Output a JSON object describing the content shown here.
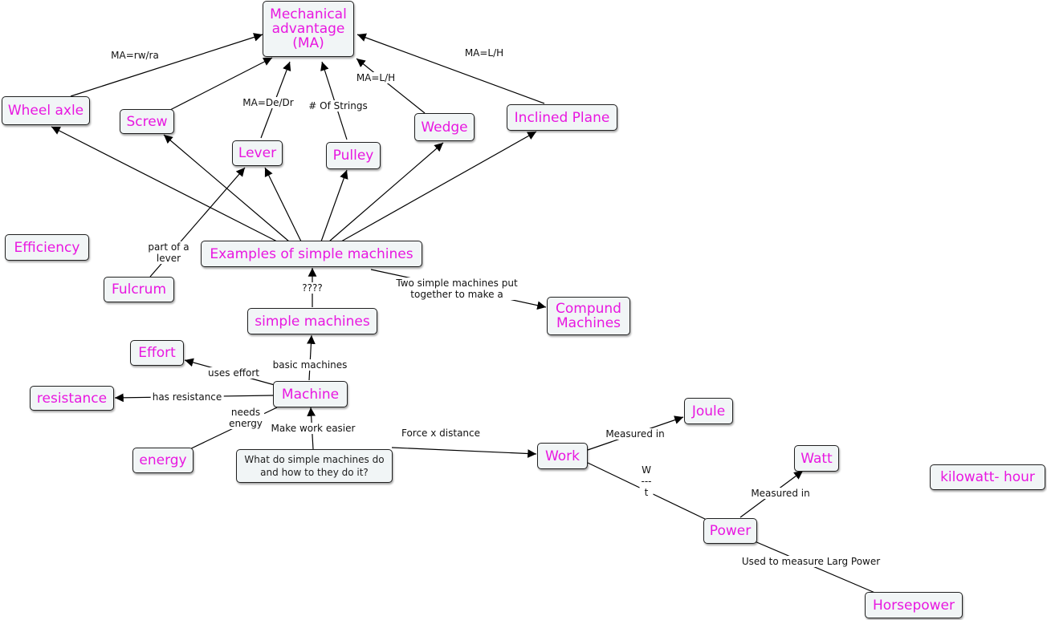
{
  "colors": {
    "concept_text": "#e817e0",
    "box_bg": "#f1f5f6",
    "line": "#000000"
  },
  "nodes": {
    "ma": "Mechanical\nadvantage\n(MA)",
    "wheel": "Wheel axle",
    "screw": "Screw",
    "lever": "Lever",
    "pulley": "Pulley",
    "wedge": "Wedge",
    "inclined": "Inclined Plane",
    "efficiency": "Efficiency",
    "examples": "Examples of simple machines",
    "fulcrum": "Fulcrum",
    "compund": "Compund\nMachines",
    "simple": "simple machines",
    "effort": "Effort",
    "resistance": "resistance",
    "machine": "Machine",
    "energy": "energy",
    "question": "What do simple machines do\nand how to they do it?",
    "work": "Work",
    "joule": "Joule",
    "watt": "Watt",
    "kwh": "kilowatt- hour",
    "power": "Power",
    "horsepower": "Horsepower"
  },
  "links": {
    "ma_rwra": "MA=rw/ra",
    "ma_dedr": "MA=De/Dr",
    "strings": "# Of Strings",
    "ma_lh_wedge": "MA=L/H",
    "ma_lh_plane": "MA=L/H",
    "part_of": "part of a\nlever",
    "qqq": "????",
    "two_simple": "Two simple machines put\ntogether to make a",
    "basic": "basic machines",
    "uses_effort": "uses effort",
    "has_resistance": "has resistance",
    "needs_energy": "needs\nenergy",
    "make_easier": "Make work easier",
    "force_dist": "Force x distance",
    "measured_joule": "Measured in",
    "w_t": "W\n---\nt",
    "measured_watt": "Measured in",
    "used_measure": "Used to measure Larg Power"
  }
}
